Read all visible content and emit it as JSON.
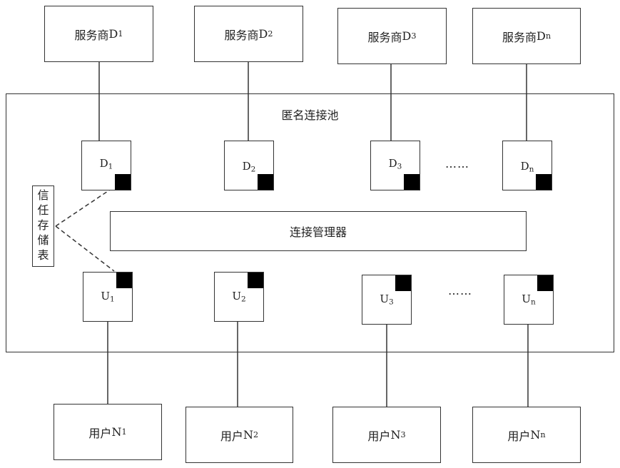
{
  "providers": [
    {
      "text": "服务商",
      "sub": "1",
      "prefix": "D"
    },
    {
      "text": "服务商",
      "sub": "2",
      "prefix": "D"
    },
    {
      "text": "服务商",
      "sub": "3",
      "prefix": "D"
    },
    {
      "text": "服务商",
      "sub": "n",
      "prefix": "D"
    }
  ],
  "pool_title": "匿名连接池",
  "d_nodes": [
    {
      "prefix": "D",
      "sub": "1"
    },
    {
      "prefix": "D",
      "sub": "2"
    },
    {
      "prefix": "D",
      "sub": "3"
    },
    {
      "prefix": "D",
      "sub": "n"
    }
  ],
  "u_nodes": [
    {
      "prefix": "U",
      "sub": "1"
    },
    {
      "prefix": "U",
      "sub": "2"
    },
    {
      "prefix": "U",
      "sub": "3"
    },
    {
      "prefix": "U",
      "sub": "n"
    }
  ],
  "ellipsis": "……",
  "manager": "连接管理器",
  "trust_store": [
    "信",
    "任",
    "存",
    "储",
    "表"
  ],
  "users": [
    {
      "text": "用户",
      "sub": "1",
      "prefix": "N"
    },
    {
      "text": "用户",
      "sub": "2",
      "prefix": "N"
    },
    {
      "text": "用户",
      "sub": "3",
      "prefix": "N"
    },
    {
      "text": "用户",
      "sub": "n",
      "prefix": "N"
    }
  ]
}
